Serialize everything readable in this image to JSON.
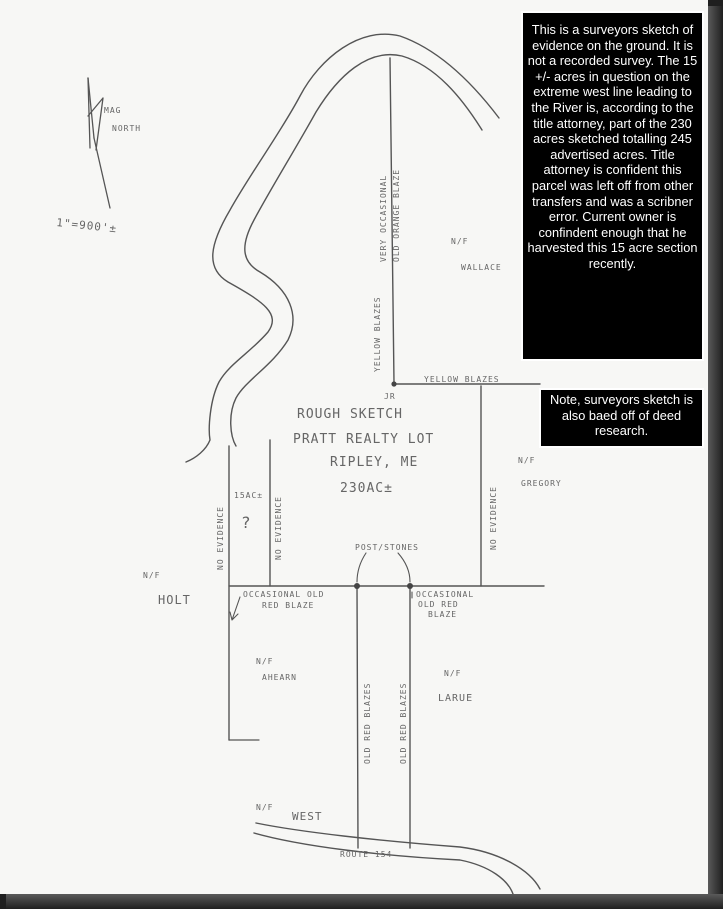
{
  "notes": {
    "main": "This is a surveyors sketch of evidence on the ground.  It is not a recorded survey.  The 15 +/- acres in question on the extreme west line leading to the River is, according to the title attorney, part of the 230 acres sketched totalling 245 advertised acres. Title attorney is confident this parcel was left off from other transfers and was a scribner error. Current owner is confindent enough that he harvested this 15 acre section recently.",
    "secondary": "Note, surveyors sketch is also baed off of deed research."
  },
  "north_arrow": {
    "line1": "MAG",
    "line2": "NORTH",
    "scale": "1\"=900'±"
  },
  "lot_title": {
    "line1": "ROUGH SKETCH",
    "line2": "PRATT REALTY LOT",
    "line3": "RIPLEY, ME",
    "line4": "230AC±"
  },
  "parcels": {
    "wallace": {
      "nf": "N/F",
      "name": "WALLACE"
    },
    "gregory": {
      "nf": "N/F",
      "name": "GREGORY"
    },
    "holt": {
      "nf": "N/F",
      "name": "HOLT"
    },
    "ahearn": {
      "nf": "N/F",
      "name": "AHEARN"
    },
    "larue": {
      "nf": "N/F",
      "name": "LARUE"
    },
    "west": {
      "nf": "N/F",
      "name": "WEST"
    }
  },
  "labels": {
    "very_occasional": "VERY OCCASIONAL",
    "old_orange_blaze": "OLD ORANGE BLAZE",
    "yellow_blazes_vertical": "YELLOW BLAZES",
    "yellow_blazes_horizontal": "YELLOW BLAZES",
    "jr": "JR",
    "no_evidence_east": "NO EVIDENCE",
    "no_evidence_west_outer": "NO EVIDENCE",
    "no_evidence_west_inner": "NO EVIDENCE",
    "fifteen_acres": "15AC±",
    "question": "?",
    "posts_stones": "POST/STONES",
    "occasional_west_1": "OCCASIONAL OLD",
    "occasional_west_2": "RED BLAZE",
    "occasional_east_1": "OCCASIONAL",
    "occasional_east_2": "OLD RED",
    "occasional_east_3": "BLAZE",
    "old_red_blazes_west": "OLD RED BLAZES",
    "old_red_blazes_east": "OLD RED BLAZES",
    "route": "ROUTE 154"
  }
}
